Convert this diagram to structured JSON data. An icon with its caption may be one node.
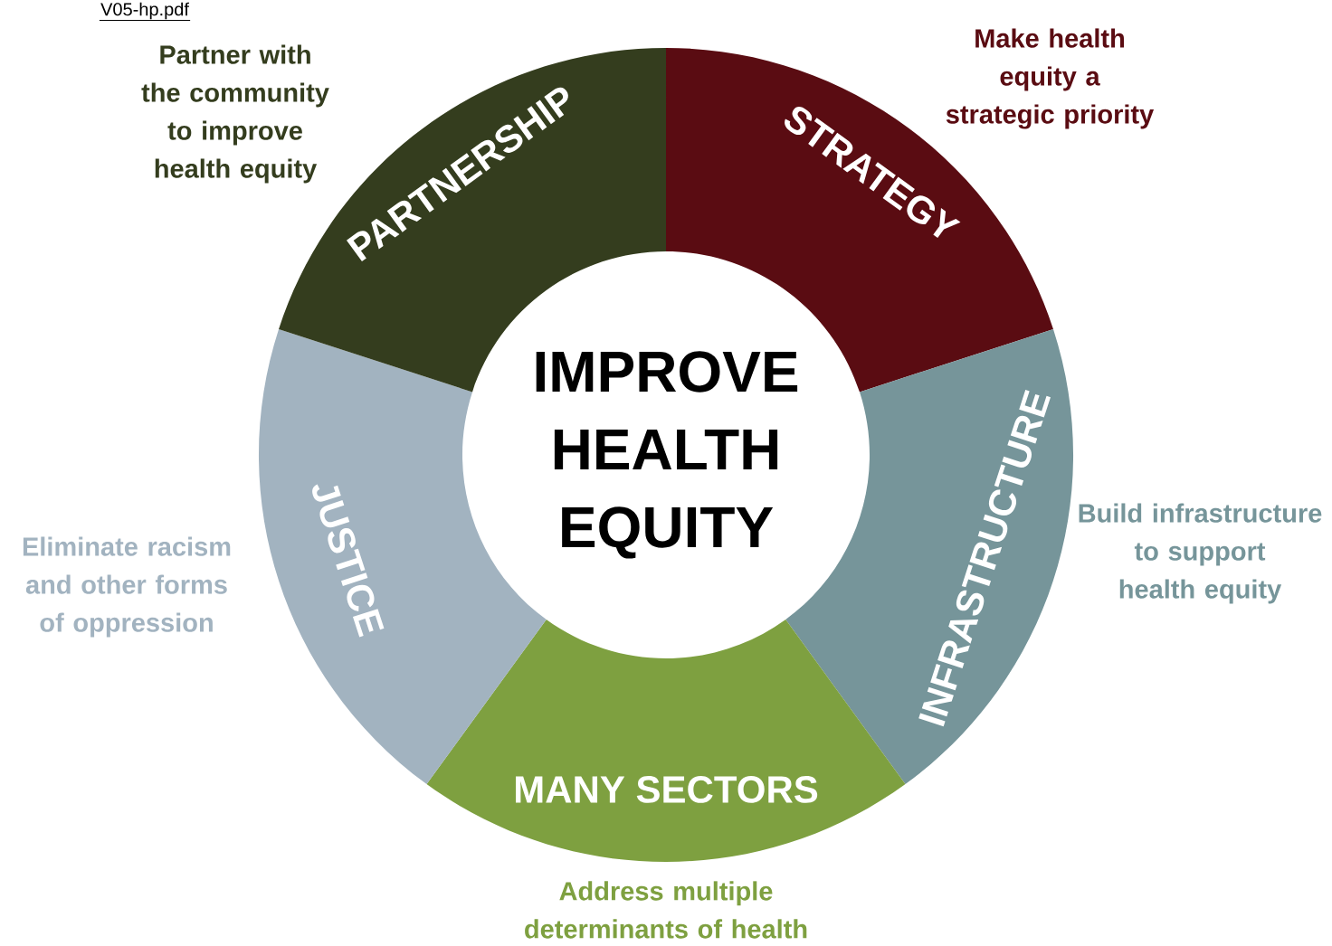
{
  "diagram": {
    "nodes": [
      {
        "text": [
          "IMPROVE HEALTH EQUITY"
        ]
      },
      {
        "text": [
          "STRATEGY"
        ],
        "beside": [
          "Make health equity a strategic priority"
        ]
      },
      {
        "text": [
          "INFRASTRUCTURE"
        ],
        "beside": [
          "Build infrastructure to support health equity"
        ]
      },
      {
        "text": [
          "MANY SECTORS"
        ],
        "beside": [
          "Address multiple determinants of health"
        ]
      },
      {
        "text": [
          "JUSTICE"
        ],
        "beside": [
          "Eliminate racism and other forms of oppression"
        ]
      },
      {
        "text": [
          "PARTNERSHIP"
        ],
        "beside": [
          "Partner with the community to improve health equity"
        ]
      }
    ],
    "labels": [
      "V05-hp.pdf"
    ]
  }
}
